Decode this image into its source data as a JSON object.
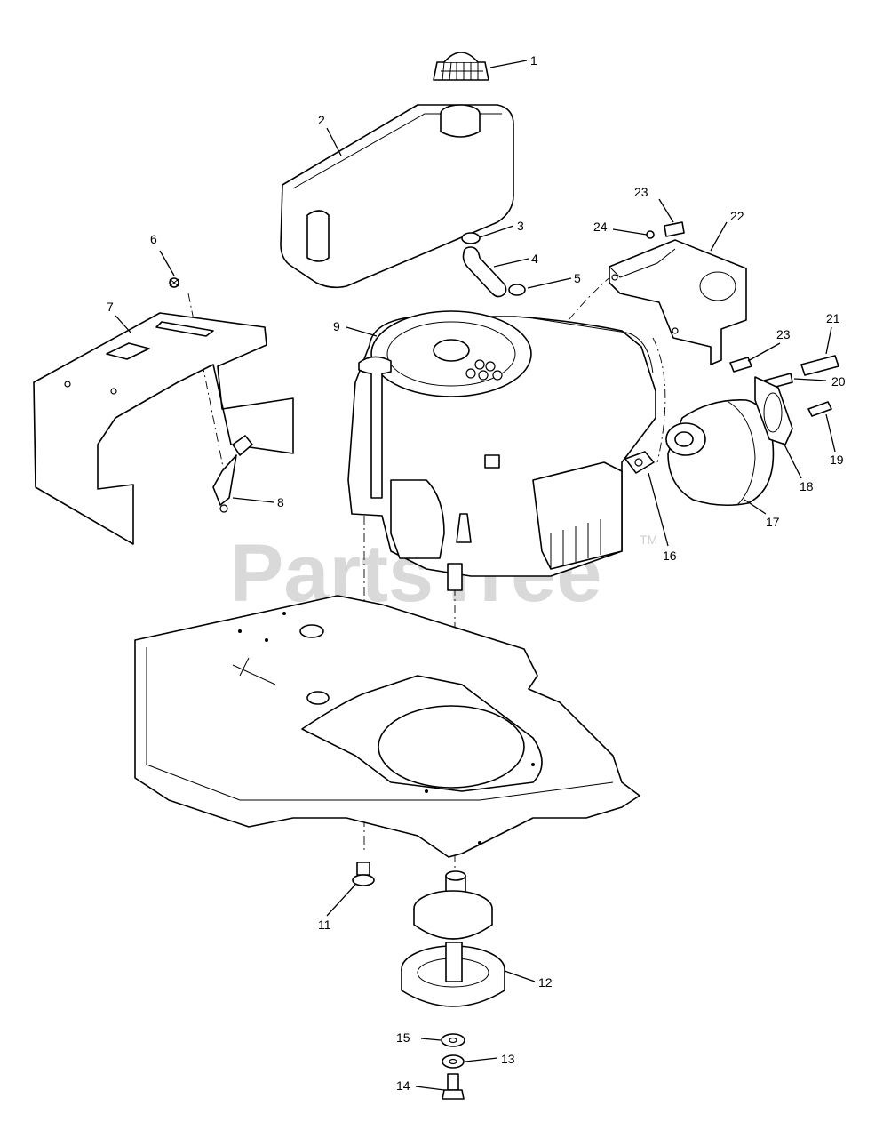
{
  "watermark": {
    "text": "PartsTree",
    "trademark": "TM",
    "color": "#d9d9d9"
  },
  "callouts": [
    {
      "id": "c1",
      "label": "1"
    },
    {
      "id": "c2",
      "label": "2"
    },
    {
      "id": "c3",
      "label": "3"
    },
    {
      "id": "c4",
      "label": "4"
    },
    {
      "id": "c5",
      "label": "5"
    },
    {
      "id": "c6",
      "label": "6"
    },
    {
      "id": "c7",
      "label": "7"
    },
    {
      "id": "c8",
      "label": "8"
    },
    {
      "id": "c9",
      "label": "9"
    },
    {
      "id": "c11",
      "label": "11"
    },
    {
      "id": "c12",
      "label": "12"
    },
    {
      "id": "c13",
      "label": "13"
    },
    {
      "id": "c14",
      "label": "14"
    },
    {
      "id": "c15",
      "label": "15"
    },
    {
      "id": "c16",
      "label": "16"
    },
    {
      "id": "c17",
      "label": "17"
    },
    {
      "id": "c18",
      "label": "18"
    },
    {
      "id": "c19",
      "label": "19"
    },
    {
      "id": "c20",
      "label": "20"
    },
    {
      "id": "c21",
      "label": "21"
    },
    {
      "id": "c22",
      "label": "22"
    },
    {
      "id": "c23a",
      "label": "23"
    },
    {
      "id": "c23b",
      "label": "23"
    },
    {
      "id": "c24",
      "label": "24"
    }
  ]
}
